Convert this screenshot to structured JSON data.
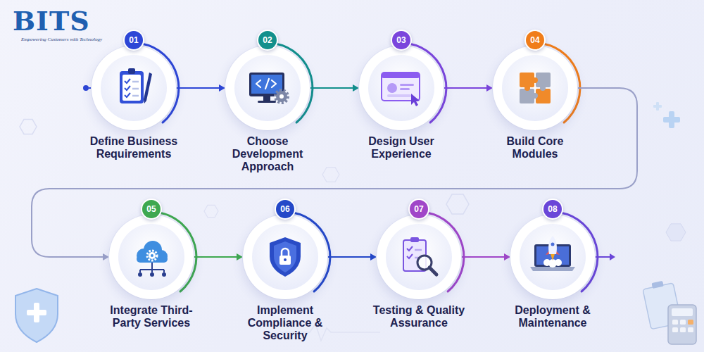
{
  "diagram": {
    "nodes": [
      {
        "text": [
          "Define Business Requirements"
        ]
      },
      {
        "text": [
          "01"
        ],
        "in": 0
      },
      {
        "text": [
          "Choose Development Approach"
        ]
      },
      {
        "text": [
          "02"
        ],
        "in": 2
      },
      {
        "text": [
          "Design User Experience"
        ]
      },
      {
        "text": [
          "03"
        ],
        "in": 4
      },
      {
        "text": [
          "Build Core Modules"
        ]
      },
      {
        "text": [
          "04"
        ],
        "in": 6
      },
      {
        "text": [
          "Integrate Third-Party Services"
        ]
      },
      {
        "text": [
          "05"
        ],
        "in": 8
      },
      {
        "text": [
          "Implement Compliance & Security"
        ]
      },
      {
        "text": [
          "06"
        ],
        "in": 10
      },
      {
        "text": [
          "Testing & Quality Assurance"
        ]
      },
      {
        "text": [
          "07"
        ],
        "in": 12
      },
      {
        "text": [
          "Deployment & Maintenance"
        ]
      },
      {
        "text": [
          "08"
        ],
        "in": 14
      }
    ],
    "edges": [
      {
        "from": 0,
        "to": 2,
        "arrow": "to"
      },
      {
        "from": 2,
        "to": 4,
        "arrow": "to"
      },
      {
        "from": 4,
        "to": 6,
        "arrow": "to"
      },
      {
        "from": 6,
        "to": 8,
        "arrow": "to"
      },
      {
        "from": 8,
        "to": 10,
        "arrow": "to"
      },
      {
        "from": 10,
        "to": 12,
        "arrow": "to"
      },
      {
        "from": 12,
        "to": 14,
        "arrow": "to"
      }
    ],
    "labels": [
      "BITS",
      "Empowering Customers with Technology"
    ]
  }
}
